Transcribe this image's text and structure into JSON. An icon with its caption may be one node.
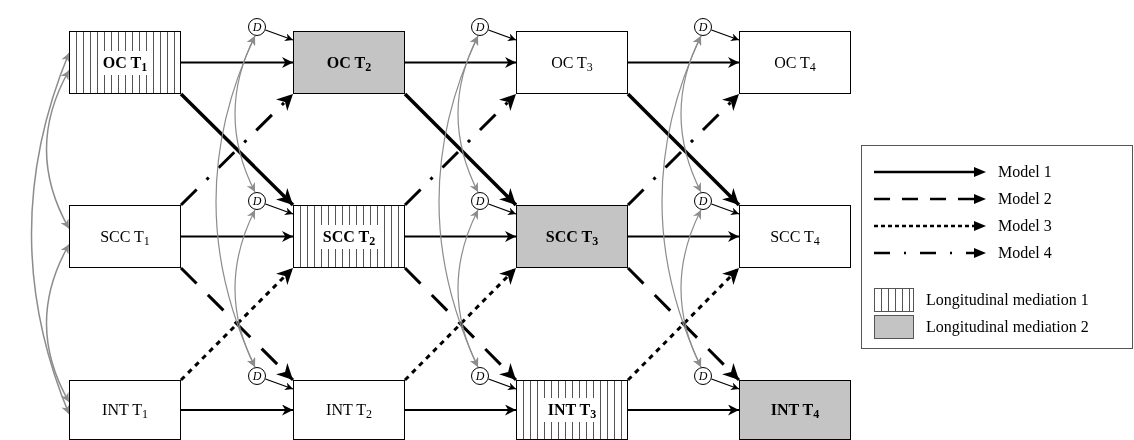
{
  "diagram": {
    "nodes": [
      {
        "text": [
          "OC T$_{1}$"
        ]
      },
      {
        "text": [
          "OC T$_{2}$"
        ]
      },
      {
        "text": [
          "OC T$_{3}$"
        ]
      },
      {
        "text": [
          "OC T$_{4}$"
        ]
      },
      {
        "text": [
          "SCC T$_{1}$"
        ]
      },
      {
        "text": [
          "SCC T$_{2}$"
        ]
      },
      {
        "text": [
          "SCC T$_{3}$"
        ]
      },
      {
        "text": [
          "SCC T$_{4}$"
        ]
      },
      {
        "text": [
          "INT T$_{1}$"
        ]
      },
      {
        "text": [
          "INT T$_{2}$"
        ]
      },
      {
        "text": [
          "INT T$_{3}$"
        ]
      },
      {
        "text": [
          "INT T$_{4}$"
        ]
      },
      {
        "text": [
          "D"
        ]
      },
      {
        "text": [
          "D"
        ]
      },
      {
        "text": [
          "D"
        ]
      },
      {
        "text": [
          "D"
        ]
      },
      {
        "text": [
          "D"
        ]
      },
      {
        "text": [
          "D"
        ]
      },
      {
        "text": [
          "D"
        ]
      },
      {
        "text": [
          "D"
        ]
      },
      {
        "text": [
          "D"
        ]
      }
    ],
    "edges": [
      {
        "from": 0,
        "to": 1,
        "arrow": "to"
      },
      {
        "from": 1,
        "to": 2,
        "arrow": "to"
      },
      {
        "from": 2,
        "to": 3,
        "arrow": "to"
      },
      {
        "from": 4,
        "to": 5,
        "arrow": "to"
      },
      {
        "from": 5,
        "to": 6,
        "arrow": "to"
      },
      {
        "from": 6,
        "to": 7,
        "arrow": "to"
      },
      {
        "from": 8,
        "to": 9,
        "arrow": "to"
      },
      {
        "from": 9,
        "to": 10,
        "arrow": "to"
      },
      {
        "from": 10,
        "to": 11,
        "arrow": "to"
      },
      {
        "from": 0,
        "to": 5,
        "arrow": "to",
        "style": "thick"
      },
      {
        "from": 1,
        "to": 6,
        "arrow": "to",
        "style": "thick"
      },
      {
        "from": 2,
        "to": 7,
        "arrow": "to",
        "style": "thick"
      },
      {
        "from": 4,
        "to": 1,
        "arrow": "to",
        "style": "dashed"
      },
      {
        "from": 5,
        "to": 2,
        "arrow": "to",
        "style": "dashed"
      },
      {
        "from": 6,
        "to": 3,
        "arrow": "to",
        "style": "dashed"
      },
      {
        "from": 4,
        "to": 9,
        "arrow": "to",
        "style": "dashed"
      },
      {
        "from": 5,
        "to": 10,
        "arrow": "to",
        "style": "dashed"
      },
      {
        "from": 6,
        "to": 11,
        "arrow": "to",
        "style": "dashed"
      },
      {
        "from": 8,
        "to": 5,
        "arrow": "to",
        "style": "dashed"
      },
      {
        "from": 9,
        "to": 6,
        "arrow": "to",
        "style": "dashed"
      },
      {
        "from": 10,
        "to": 7,
        "arrow": "to",
        "style": "dashed"
      },
      {
        "from": 12,
        "to": 1,
        "arrow": "to"
      },
      {
        "from": 13,
        "to": 2,
        "arrow": "to"
      },
      {
        "from": 14,
        "to": 3,
        "arrow": "to"
      },
      {
        "from": 15,
        "to": 5,
        "arrow": "to"
      },
      {
        "from": 16,
        "to": 6,
        "arrow": "to"
      },
      {
        "from": 17,
        "to": 7,
        "arrow": "to"
      },
      {
        "from": 18,
        "to": 9,
        "arrow": "to"
      },
      {
        "from": 19,
        "to": 10,
        "arrow": "to"
      },
      {
        "from": 20,
        "to": 11,
        "arrow": "to"
      },
      {
        "from": 0,
        "to": 4,
        "arrow": "both",
        "color": "#8c8c8c"
      },
      {
        "from": 4,
        "to": 8,
        "arrow": "both",
        "color": "#8c8c8c"
      },
      {
        "from": 0,
        "to": 8,
        "arrow": "both",
        "color": "#8c8c8c"
      },
      {
        "from": 12,
        "to": 15,
        "arrow": "both",
        "color": "#8c8c8c"
      },
      {
        "from": 15,
        "to": 18,
        "arrow": "both",
        "color": "#8c8c8c"
      },
      {
        "from": 12,
        "to": 18,
        "arrow": "both",
        "color": "#8c8c8c"
      },
      {
        "from": 13,
        "to": 16,
        "arrow": "both",
        "color": "#8c8c8c"
      },
      {
        "from": 16,
        "to": 19,
        "arrow": "both",
        "color": "#8c8c8c"
      },
      {
        "from": 13,
        "to": 19,
        "arrow": "both",
        "color": "#8c8c8c"
      },
      {
        "from": 14,
        "to": 17,
        "arrow": "both",
        "color": "#8c8c8c"
      },
      {
        "from": 17,
        "to": 20,
        "arrow": "both",
        "color": "#8c8c8c"
      },
      {
        "from": 14,
        "to": 20,
        "arrow": "both",
        "color": "#8c8c8c"
      }
    ],
    "legend": [
      {
        "text": "Model 1"
      },
      {
        "text": "Model 2"
      },
      {
        "text": "Model 3"
      },
      {
        "text": "Model 4"
      },
      {
        "text": "Longitudinal mediation 1"
      },
      {
        "text": "Longitudinal mediation 2"
      }
    ]
  }
}
